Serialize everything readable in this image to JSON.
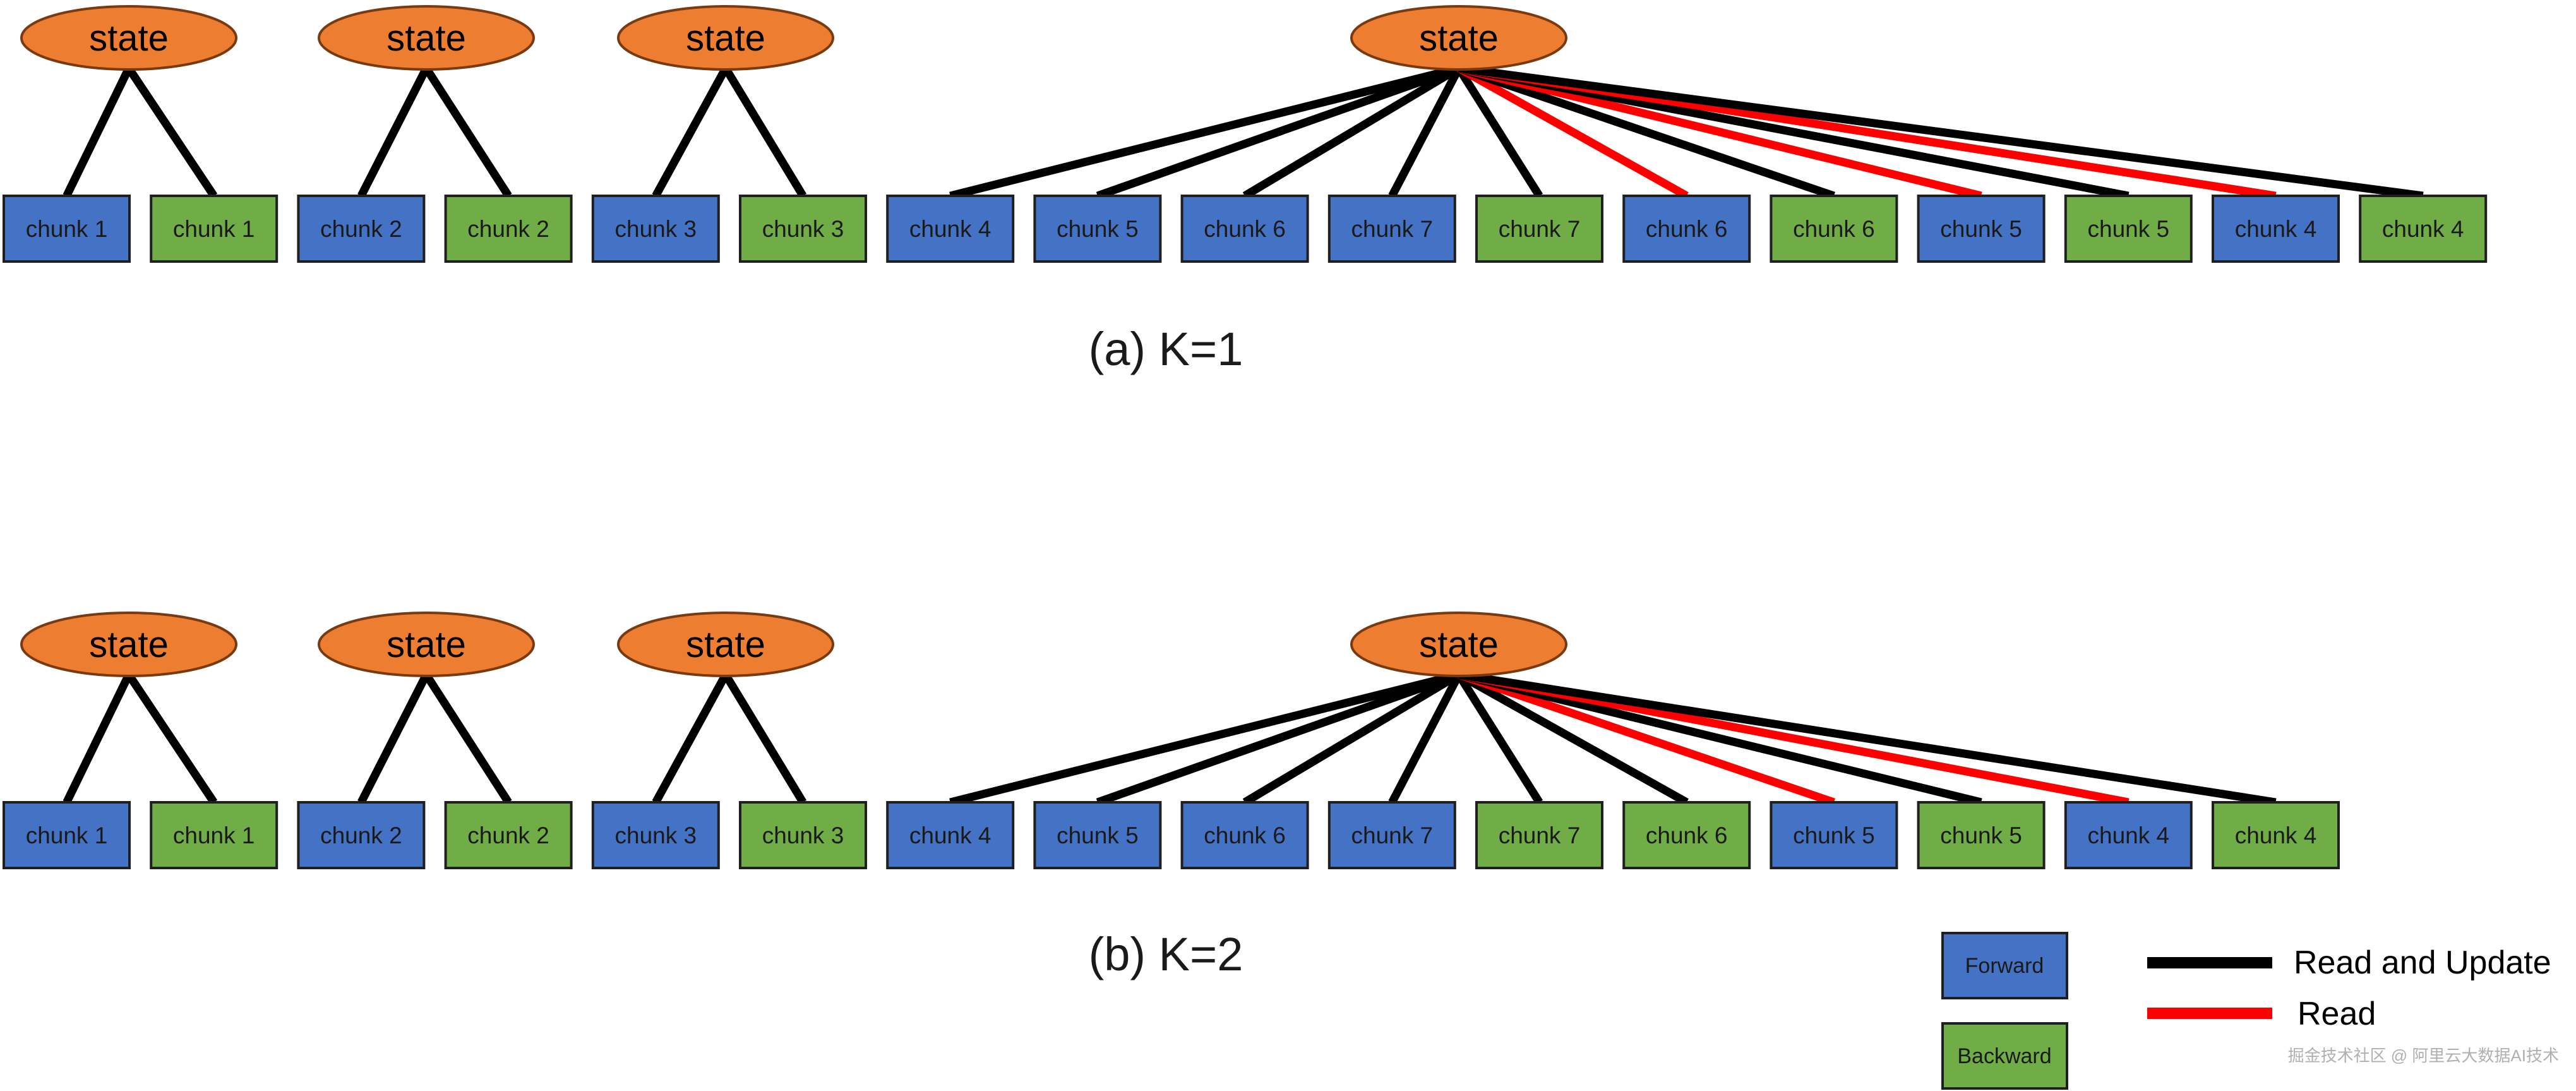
{
  "colors": {
    "state_fill": "#ED7D31",
    "state_stroke": "#7A3A10",
    "forward": "#4472C4",
    "backward": "#70AD47",
    "box_stroke": "#1F1F1F",
    "read_update": "#000000",
    "read": "#FF0000"
  },
  "state_label": "state",
  "panels": [
    {
      "caption": "(a) K=1",
      "chunks": [
        {
          "label": "chunk 1",
          "kind": "forward"
        },
        {
          "label": "chunk 1",
          "kind": "backward"
        },
        {
          "label": "chunk 2",
          "kind": "forward"
        },
        {
          "label": "chunk 2",
          "kind": "backward"
        },
        {
          "label": "chunk 3",
          "kind": "forward"
        },
        {
          "label": "chunk 3",
          "kind": "backward"
        },
        {
          "label": "chunk 4",
          "kind": "forward"
        },
        {
          "label": "chunk 5",
          "kind": "forward"
        },
        {
          "label": "chunk 6",
          "kind": "forward"
        },
        {
          "label": "chunk 7",
          "kind": "forward"
        },
        {
          "label": "chunk 7",
          "kind": "backward"
        },
        {
          "label": "chunk 6",
          "kind": "forward"
        },
        {
          "label": "chunk 6",
          "kind": "backward"
        },
        {
          "label": "chunk 5",
          "kind": "forward"
        },
        {
          "label": "chunk 5",
          "kind": "backward"
        },
        {
          "label": "chunk 4",
          "kind": "forward"
        },
        {
          "label": "chunk 4",
          "kind": "backward"
        }
      ],
      "states": [
        {
          "edges": [
            {
              "to": 0,
              "type": "read_update"
            },
            {
              "to": 1,
              "type": "read_update"
            }
          ]
        },
        {
          "edges": [
            {
              "to": 2,
              "type": "read_update"
            },
            {
              "to": 3,
              "type": "read_update"
            }
          ]
        },
        {
          "edges": [
            {
              "to": 4,
              "type": "read_update"
            },
            {
              "to": 5,
              "type": "read_update"
            }
          ]
        },
        {
          "edges": [
            {
              "to": 6,
              "type": "read_update"
            },
            {
              "to": 7,
              "type": "read_update"
            },
            {
              "to": 8,
              "type": "read_update"
            },
            {
              "to": 9,
              "type": "read_update"
            },
            {
              "to": 10,
              "type": "read_update"
            },
            {
              "to": 11,
              "type": "read"
            },
            {
              "to": 12,
              "type": "read_update"
            },
            {
              "to": 13,
              "type": "read"
            },
            {
              "to": 14,
              "type": "read_update"
            },
            {
              "to": 15,
              "type": "read"
            },
            {
              "to": 16,
              "type": "read_update"
            }
          ]
        }
      ]
    },
    {
      "caption": "(b) K=2",
      "chunks": [
        {
          "label": "chunk 1",
          "kind": "forward"
        },
        {
          "label": "chunk 1",
          "kind": "backward"
        },
        {
          "label": "chunk 2",
          "kind": "forward"
        },
        {
          "label": "chunk 2",
          "kind": "backward"
        },
        {
          "label": "chunk 3",
          "kind": "forward"
        },
        {
          "label": "chunk 3",
          "kind": "backward"
        },
        {
          "label": "chunk 4",
          "kind": "forward"
        },
        {
          "label": "chunk 5",
          "kind": "forward"
        },
        {
          "label": "chunk 6",
          "kind": "forward"
        },
        {
          "label": "chunk 7",
          "kind": "forward"
        },
        {
          "label": "chunk 7",
          "kind": "backward"
        },
        {
          "label": "chunk 6",
          "kind": "backward"
        },
        {
          "label": "chunk 5",
          "kind": "forward"
        },
        {
          "label": "chunk 5",
          "kind": "backward"
        },
        {
          "label": "chunk 4",
          "kind": "forward"
        },
        {
          "label": "chunk 4",
          "kind": "backward"
        }
      ],
      "states": [
        {
          "edges": [
            {
              "to": 0,
              "type": "read_update"
            },
            {
              "to": 1,
              "type": "read_update"
            }
          ]
        },
        {
          "edges": [
            {
              "to": 2,
              "type": "read_update"
            },
            {
              "to": 3,
              "type": "read_update"
            }
          ]
        },
        {
          "edges": [
            {
              "to": 4,
              "type": "read_update"
            },
            {
              "to": 5,
              "type": "read_update"
            }
          ]
        },
        {
          "edges": [
            {
              "to": 6,
              "type": "read_update"
            },
            {
              "to": 7,
              "type": "read_update"
            },
            {
              "to": 8,
              "type": "read_update"
            },
            {
              "to": 9,
              "type": "read_update"
            },
            {
              "to": 10,
              "type": "read_update"
            },
            {
              "to": 11,
              "type": "read_update"
            },
            {
              "to": 12,
              "type": "read"
            },
            {
              "to": 13,
              "type": "read_update"
            },
            {
              "to": 14,
              "type": "read"
            },
            {
              "to": 15,
              "type": "read_update"
            }
          ]
        }
      ]
    }
  ],
  "legend": {
    "forward": "Forward",
    "backward": "Backward",
    "read_update": "Read and Update",
    "read": "Read"
  },
  "watermark": "掘金技术社区 @ 阿里云大数据AI技术"
}
